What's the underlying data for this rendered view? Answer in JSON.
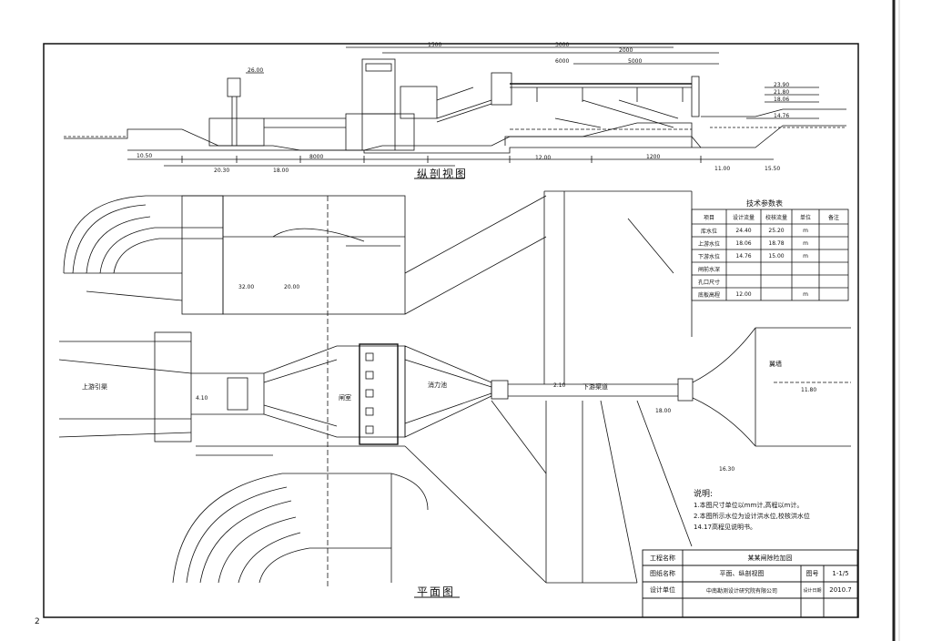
{
  "drawing": {
    "elevation_title": "纵剖视图",
    "plan_title": "平面图",
    "page_number": "2"
  },
  "param_table": {
    "title": "技术参数表",
    "headers": [
      "项目",
      "设计流量",
      "校核流量",
      "单位",
      "备注"
    ],
    "rows": [
      [
        "库水位",
        "24.40",
        "25.20",
        "m",
        ""
      ],
      [
        "上游水位",
        "18.06",
        "18.78",
        "m",
        ""
      ],
      [
        "下游水位",
        "14.76",
        "15.00",
        "m",
        ""
      ],
      [
        "闸前水深",
        "",
        "",
        "",
        ""
      ],
      [
        "孔口尺寸",
        "",
        "",
        "",
        ""
      ],
      [
        "底板高程",
        "12.00",
        "",
        "m",
        ""
      ]
    ]
  },
  "notes": {
    "title": "说明:",
    "lines": [
      "1.本图尺寸单位以mm计,高程以m计。",
      "2.本图所示水位为设计洪水位,校核洪水位",
      "  14.17高程见说明书。"
    ]
  },
  "title_block": {
    "project_label": "工程名称",
    "project_value": "某某闸除险加固",
    "drawing_label": "图纸名称",
    "drawing_value": "平面、纵剖视图",
    "number_label": "图号",
    "number_value": "1-1/5",
    "design_label": "设计单位",
    "design_value": "中南勘测设计研究院有限公司",
    "date_label": "设计日期",
    "date_value": "2010.7"
  },
  "elevation_marks": [
    "26.00",
    "23.90",
    "21.80",
    "18.06",
    "14.76",
    "12.00",
    "10.50",
    "11.00",
    "20.30",
    "18.00",
    "15.50"
  ],
  "plan_marks": [
    "4.10",
    "20.00",
    "32.00",
    "18.00",
    "16.30",
    "11.80",
    "2.10"
  ],
  "dimension_marks": [
    "1500",
    "3000",
    "2000",
    "5000",
    "6000",
    "8000",
    "1200"
  ],
  "plan_labels": [
    "上游引渠",
    "闸室",
    "消力池",
    "下游渠道",
    "翼墙"
  ]
}
